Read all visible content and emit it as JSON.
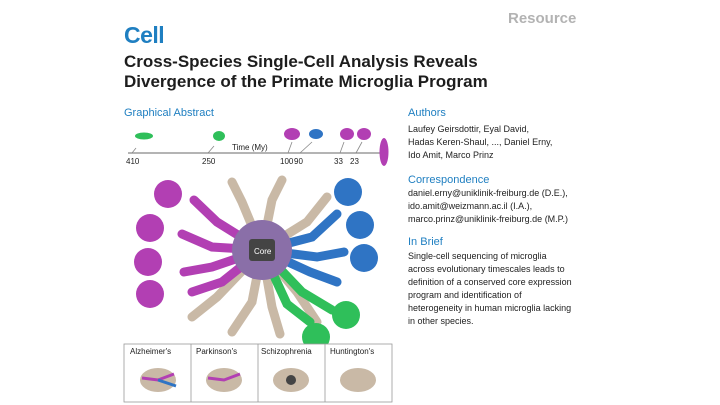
{
  "header": {
    "journal": "Cell",
    "article_type": "Resource",
    "title_line1": "Cross-Species Single-Cell Analysis Reveals",
    "title_line2": "Divergence of the Primate Microglia Program"
  },
  "graphical_abstract": {
    "heading": "Graphical Abstract",
    "timeline": {
      "axis_label": "Time (My)",
      "ticks": [
        "410",
        "250",
        "100",
        "90",
        "33",
        "23"
      ]
    },
    "core_label": "Core",
    "diseases": [
      "Alzheimer's",
      "Parkinson's",
      "Schizophrenia",
      "Huntington's"
    ]
  },
  "authors": {
    "heading": "Authors",
    "line1": "Laufey Geirsdottir, Eyal David,",
    "line2": "Hadas Keren-Shaul, ..., Daniel Erny,",
    "line3": "Ido Amit, Marco Prinz"
  },
  "correspondence": {
    "heading": "Correspondence",
    "line1": "daniel.erny@uniklinik-freiburg.de (D.E.),",
    "line2": "ido.amit@weizmann.ac.il (I.A.),",
    "line3": "marco.prinz@uniklinik-freiburg.de (M.P.)"
  },
  "in_brief": {
    "heading": "In Brief",
    "line1": "Single-cell sequencing of microglia",
    "line2": "across evolutionary timescales leads to",
    "line3": "definition of a conserved core expression",
    "line4": "program and identification of",
    "line5": "heterogeneity in human microglia lacking",
    "line6": "in other species."
  },
  "colors": {
    "brand_blue": "#1f7fc1",
    "primate_purple": "#b23fb3",
    "rodent_blue": "#2f74c4",
    "fish_green": "#2fbf5a",
    "cell_tan": "#c9b9a6"
  }
}
